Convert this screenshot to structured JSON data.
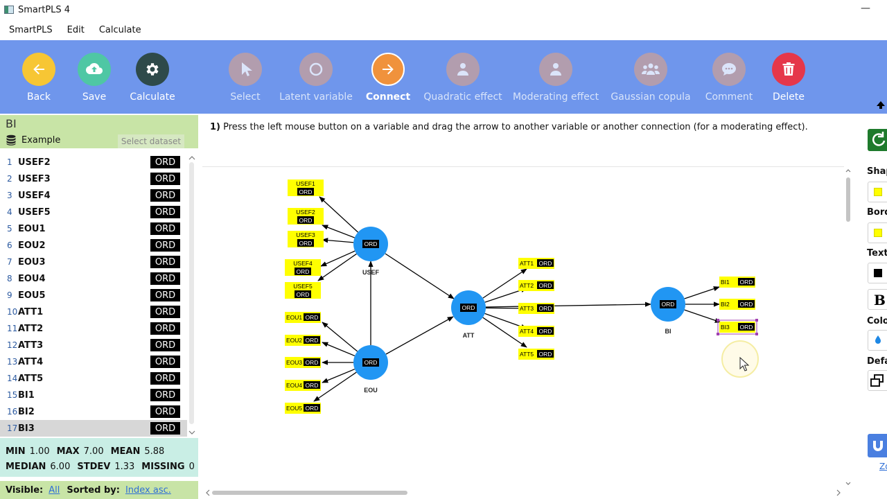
{
  "window": {
    "title": "SmartPLS 4"
  },
  "menu": [
    "SmartPLS",
    "Edit",
    "Calculate"
  ],
  "toolbar": [
    {
      "label": "Back",
      "icon": "arrow-left-icon",
      "color": "#f7c634",
      "state": "enabled"
    },
    {
      "label": "Save",
      "icon": "cloud-upload-icon",
      "color": "#4fc7a4",
      "state": "enabled"
    },
    {
      "label": "Calculate",
      "icon": "gear-icon",
      "color": "#2e4a4a",
      "state": "enabled"
    },
    {
      "label": "Select",
      "icon": "cursor-icon",
      "color": "#c9a09a",
      "state": "faded"
    },
    {
      "label": "Latent variable",
      "icon": "circle-icon",
      "color": "#c9a09a",
      "state": "faded"
    },
    {
      "label": "Connect",
      "icon": "arrow-right-icon",
      "color": "#f0923c",
      "state": "active"
    },
    {
      "label": "Quadratic effect",
      "icon": "person-icon",
      "color": "#c9a09a",
      "state": "faded"
    },
    {
      "label": "Moderating effect",
      "icon": "person-icon",
      "color": "#c9a09a",
      "state": "faded"
    },
    {
      "label": "Gaussian copula",
      "icon": "group-icon",
      "color": "#c9a09a",
      "state": "faded"
    },
    {
      "label": "Comment",
      "icon": "speech-bubble-icon",
      "color": "#c9a09a",
      "state": "faded"
    },
    {
      "label": "Delete",
      "icon": "trash-icon",
      "color": "#e5374a",
      "state": "enabled"
    }
  ],
  "indicator_panel": {
    "selected_name": "BI",
    "dataset": "Example",
    "select_dataset_label": "Select dataset",
    "rows": [
      {
        "idx": "1",
        "name": "USEF2",
        "tag": "ORD"
      },
      {
        "idx": "2",
        "name": "USEF3",
        "tag": "ORD"
      },
      {
        "idx": "3",
        "name": "USEF4",
        "tag": "ORD"
      },
      {
        "idx": "4",
        "name": "USEF5",
        "tag": "ORD"
      },
      {
        "idx": "5",
        "name": "EOU1",
        "tag": "ORD"
      },
      {
        "idx": "6",
        "name": "EOU2",
        "tag": "ORD"
      },
      {
        "idx": "7",
        "name": "EOU3",
        "tag": "ORD"
      },
      {
        "idx": "8",
        "name": "EOU4",
        "tag": "ORD"
      },
      {
        "idx": "9",
        "name": "EOU5",
        "tag": "ORD"
      },
      {
        "idx": "10",
        "name": "ATT1",
        "tag": "ORD"
      },
      {
        "idx": "11",
        "name": "ATT2",
        "tag": "ORD"
      },
      {
        "idx": "12",
        "name": "ATT3",
        "tag": "ORD"
      },
      {
        "idx": "13",
        "name": "ATT4",
        "tag": "ORD"
      },
      {
        "idx": "14",
        "name": "ATT5",
        "tag": "ORD"
      },
      {
        "idx": "15",
        "name": "BI1",
        "tag": "ORD"
      },
      {
        "idx": "16",
        "name": "BI2",
        "tag": "ORD"
      },
      {
        "idx": "17",
        "name": "BI3",
        "tag": "ORD",
        "selected": true
      }
    ],
    "stats": {
      "min_label": "MIN",
      "min": "1.00",
      "max_label": "MAX",
      "max": "7.00",
      "mean_label": "MEAN",
      "mean": "5.88",
      "median_label": "MEDIAN",
      "median": "6.00",
      "stdev_label": "STDEV",
      "stdev": "1.33",
      "missing_label": "MISSING",
      "missing": "0"
    },
    "visible_label": "Visible:",
    "visible_value": "All",
    "sorted_label": "Sorted by:",
    "sorted_value": "Index asc."
  },
  "instruction": {
    "step": "1)",
    "text": "Press the left mouse button on a variable and drag the arrow to another variable or another connection (for a moderating effect)."
  },
  "model": {
    "tag": "ORD",
    "constructs": [
      "USEF",
      "EOU",
      "ATT",
      "BI"
    ],
    "usef_indicators": [
      "USEF1",
      "USEF2",
      "USEF3",
      "USEF4",
      "USEF5"
    ],
    "eou_indicators": [
      "EOU1",
      "EOU2",
      "EOU3",
      "EOU4",
      "EOU5"
    ],
    "att_indicators": [
      "ATT1",
      "ATT2",
      "ATT3",
      "ATT4",
      "ATT5"
    ],
    "bi_indicators": [
      "BI1",
      "BI2",
      "BI3"
    ],
    "colors": {
      "construct": "#2196f3",
      "indicator": "#ffff00",
      "tag": "#000000"
    }
  },
  "properties_panel": {
    "labels": [
      "Shap",
      "Bord",
      "Text",
      "Colo",
      "Defa"
    ],
    "zoom_link": "Zo"
  }
}
